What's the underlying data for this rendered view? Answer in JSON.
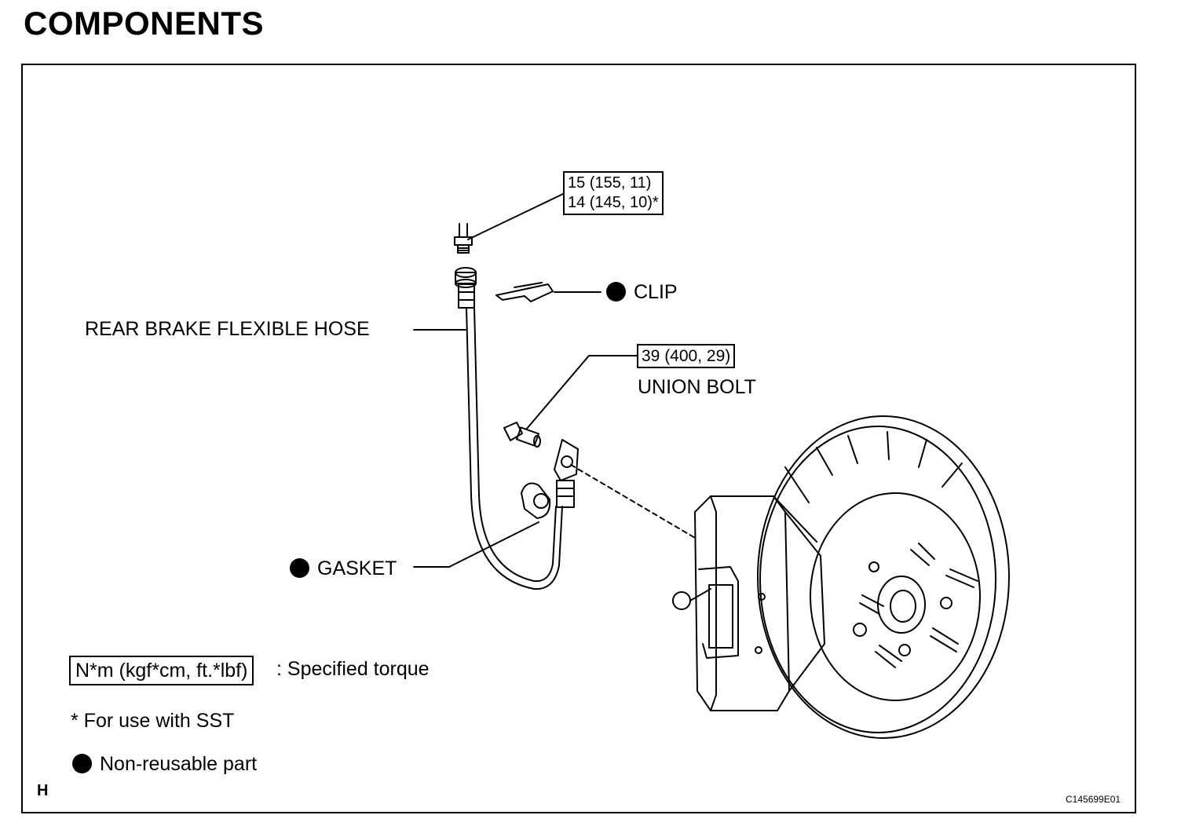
{
  "page": {
    "heading": "COMPONENTS"
  },
  "callouts": {
    "torque_top_line1": "15 (155, 11)",
    "torque_top_line2": "14 (145, 10)*",
    "clip": "CLIP",
    "hose": "REAR BRAKE FLEXIBLE HOSE",
    "union_torque": "39 (400, 29)",
    "union_bolt": "UNION BOLT",
    "gasket": "GASKET"
  },
  "legend": {
    "torque_unit": "N*m (kgf*cm, ft.*lbf)",
    "torque_desc": ": Specified torque",
    "sst_note": "* For use with SST",
    "non_reusable": "Non-reusable part"
  },
  "footer": {
    "corner_mark": "H",
    "figure_code": "C145699E01"
  },
  "icons": {
    "non_reusable_marker": "filled-circle-icon"
  }
}
